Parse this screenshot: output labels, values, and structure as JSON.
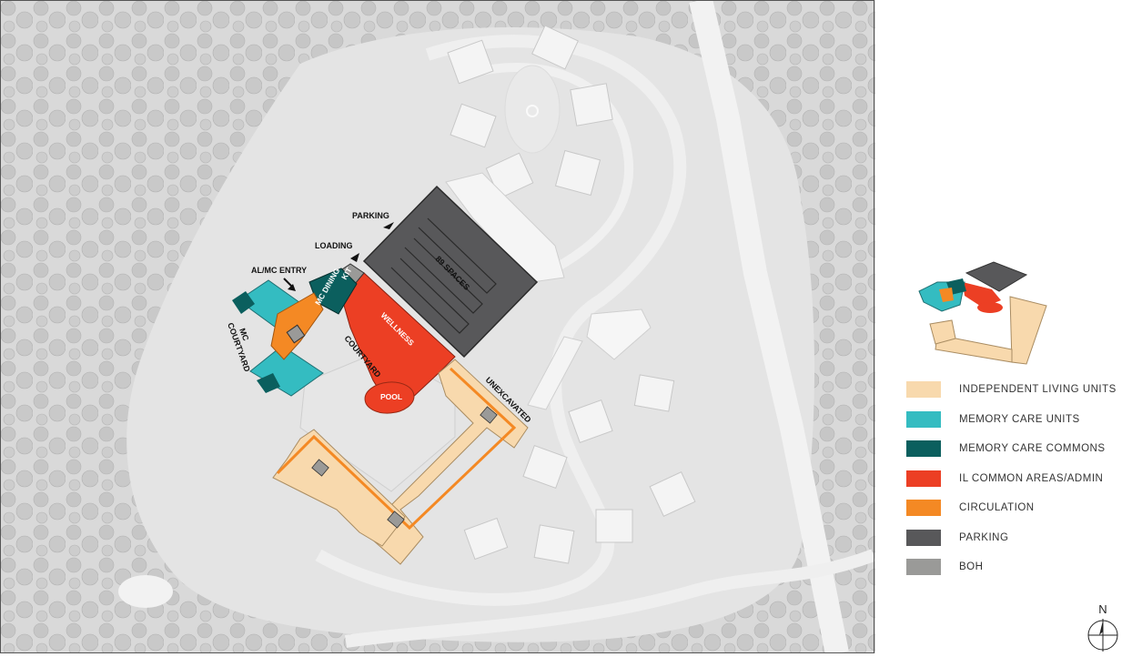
{
  "map": {
    "labels": {
      "parking": "PARKING",
      "loading": "LOADING",
      "al_mc_entry": "AL/MC ENTRY",
      "spaces": "89 SPACES",
      "kit": "KIT",
      "mc_dining": "MC DINING",
      "wellness": "WELLNESS",
      "mc_courtyard_line1": "MC",
      "mc_courtyard_line2": "COURTYARD",
      "courtyard": "COURTYARD",
      "pool": "POOL",
      "unexcavated": "UNEXCAVATED"
    }
  },
  "legend": {
    "items": [
      {
        "label": "INDEPENDENT LIVING UNITS",
        "color": "#f8d9ad"
      },
      {
        "label": "MEMORY CARE UNITS",
        "color": "#34bcc1"
      },
      {
        "label": "MEMORY CARE COMMONS",
        "color": "#0b5f5e"
      },
      {
        "label": "IL COMMON AREAS/ADMIN",
        "color": "#ec3f24"
      },
      {
        "label": "CIRCULATION",
        "color": "#f48924"
      },
      {
        "label": "PARKING",
        "color": "#58585a"
      },
      {
        "label": "BOH",
        "color": "#9a9a98"
      }
    ]
  },
  "north_arrow": {
    "label": "N"
  }
}
